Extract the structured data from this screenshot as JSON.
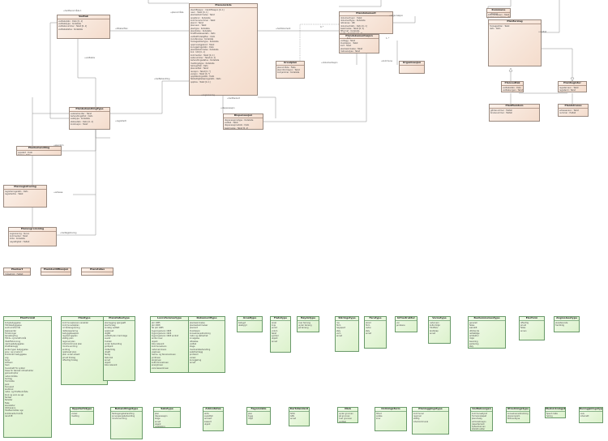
{
  "classes": [
    {
      "id": "A",
      "name": "Vedtak",
      "rows": [
        "vedtaksdato : Dato [0..1]",
        "vedtakstype : Kodeliste",
        "vedtaksnummer : Tekst [0..1]",
        "vedtaksstatus : Kodeliste"
      ],
      "green": false
    },
    {
      "id": "B",
      "name": "Planområde",
      "rows": [
        "identifikasjon : Identifikasjon [0..1]",
        "navn : Tekst [0..1]",
        "planbestemmelse : Tekst",
        "arealbruk : Kodeliste",
        "kommunenummer : Tekst",
        "planid : Tekst",
        "plannavn : Tekst",
        "plantype : Kodeliste",
        "planstatus : Kodeliste",
        "ikrafttredelsesdato : Dato",
        "vedtakEndeligPlan : Dato",
        "lovreferanse : Kodeliste",
        "forslagsstillertype : Kodeliste",
        "opprinneligplanid : Tekst",
        "kunngjøringsdato : Dato",
        "planbestemmelse : Kodeliste",
        "link : URI [0..1]",
        "kommentar : Tekst [0..1]",
        "saksnummer : Tekst [0..1]",
        "behandlingsstatus : Kodeliste",
        "meldingstype : Kodeliste",
        "høringsfrist : Dato",
        "planvedtak : Tekst",
        "revisjon : Tekst [0..*]",
        "versjon : Tekst [0..*]",
        "oppdateringsdato : Dato",
        "førsteDigitaliseringsdato : Dato",
        "opphav : Tekst [0..1]"
      ],
      "green": false
    },
    {
      "id": "C",
      "name": "Plandokument",
      "rows": [
        "dokumentnavn : Tekst",
        "dokumenttype : Kodeliste",
        "referanse : URI",
        "dokumentdato : Dato [0..1]",
        "beskrivelse : Tekst [0..1]",
        "filformat : Kodeliste",
        "språk : Kodeliste [0..1]",
        "versjonsnummer : Tekst",
        "publiseringsstatus : Kodeliste"
      ],
      "green": false
    },
    {
      "id": "D",
      "name": "PlanbehandlingType",
      "rows": [
        "saksbehandler : Tekst",
        "behandlingsfrist : Dato",
        "sakstype : Kodeliste",
        "statusdato : Dato [0..1]",
        "konklusjon : Tekst"
      ],
      "green": false
    },
    {
      "id": "E",
      "name": "Dispensasjon",
      "rows": [
        "dispensasjonstype : Kodeliste",
        "vedtak : Tekst",
        "dispensasjonsdato : Dato",
        "beskrivelse : Tekst [0..1]",
        "varighet : Dato [0..1]"
      ],
      "green": false
    },
    {
      "id": "F",
      "name": "Arealplan",
      "rows": [
        "planområde : Flate",
        "planinformasjon : Tekst",
        "lovhjemmel : Kodeliste"
      ],
      "green": false
    },
    {
      "id": "G",
      "name": "Plandokumentasjon",
      "rows": [
        "vedlegg : Tekst",
        "illustrasjon : Tekst",
        "kart : Tekst",
        "planbeskrivelse : Tekst",
        "risikoanalyse : Tekst"
      ],
      "green": false
    },
    {
      "id": "H",
      "name": "Organisasjon",
      "rows": [],
      "green": false
    },
    {
      "id": "I",
      "name": "Kommune",
      "rows": [
        "kommunenavn : Tekst",
        "kommunenummer : Tekst"
      ],
      "green": false
    },
    {
      "id": "J",
      "name": "Planforslag",
      "rows": [
        "forslagsstiller : Tekst",
        "dato : Dato"
      ],
      "green": false
    },
    {
      "id": "K",
      "name": "Planvedtak",
      "rows": [
        "vedtaksdato : Dato",
        "vedtaksorgan : Tekst"
      ],
      "green": false
    },
    {
      "id": "L",
      "name": "PlanRegister",
      "rows": [
        "registernavn : Tekst",
        "registerid : Tekst",
        "eier : Tekst",
        "ansvarlig : Tekst",
        "oppdatert : Dato",
        "status : Kodeliste",
        "merknad : Tekst"
      ],
      "green": false
    },
    {
      "id": "M",
      "name": "PlanEiendom",
      "rows": [
        "gårdsnummer : Heltall",
        "bruksnummer : Heltall"
      ],
      "green": false
    },
    {
      "id": "N",
      "name": "PlanAdresse",
      "rows": [
        "adressenavn : Tekst",
        "nummer : Heltall"
      ],
      "green": false
    },
    {
      "id": "O",
      "name": "Planbehandling",
      "rows": [
        "oppstart : Dato",
        "høring : Dato",
        "sluttbehandling : Dato",
        "klagebehandling : Dato"
      ],
      "green": false
    },
    {
      "id": "P",
      "name": "Planregistrering",
      "rows": [
        "registreringsdato : Dato",
        "registrertAv : Tekst"
      ],
      "green": false
    },
    {
      "id": "Q",
      "name": "Planavgrensning",
      "rows": [
        "avgrensning : Kurve",
        "kommentar : Tekst",
        "kilde : Kodeliste",
        "nøyaktighet : Heltall"
      ],
      "green": false
    },
    {
      "id": "R",
      "name": "Plankart",
      "rows": [
        "målestokk : Heltall",
        "projeksjon : Kodeliste",
        "kartdato : Dato",
        "kartnavn : Tekst"
      ],
      "green": false
    },
    {
      "id": "S",
      "name": "Planidentifikasjon",
      "rows": [],
      "green": false
    },
    {
      "id": "T",
      "name": "Planstatus",
      "rows": [],
      "green": false
    },
    {
      "id": "U",
      "name": "Planbestemmelse",
      "rows": [],
      "green": false
    },
    {
      "id": "V",
      "name": "Planformål",
      "rows": [
        "boligbebyggelse",
        "fritidsbebyggelse",
        "sentrumsformål",
        "kjøpesenter",
        "forretninger",
        "tjenesteyting",
        "fritids- og turistformål",
        "råstoffutvinning",
        "næringsbebyggelse",
        "idrettsanlegg",
        "andre typer bebyggelse",
        "grav- og urnelund",
        "kombinert bebyggelse",
        "veg",
        "bane",
        "lufthavn",
        "havn",
        "hovednett for sykkel",
        "trase for teknisk infrastruktur",
        "grønnstruktur",
        "naturområde",
        "turdrag",
        "friområde",
        "park",
        "forsvaret",
        "landbruk",
        "natur- og friluftsområde",
        "bruk og vern av sjø",
        "ferdsel",
        "farleder",
        "fiske",
        "akvakultur",
        "drikkevann",
        "friluftsområde i sjø",
        "kombinerte formål",
        "reindrift"
      ],
      "green": true
    },
    {
      "id": "W",
      "name": "Plantype",
      "rows": [
        "kommuneplanens arealdel",
        "kommunedelplan",
        "områderegulering",
        "detaljregulering",
        "bebyggelsesplan",
        "reguleringsplan",
        "statlig plan",
        "regional plan",
        "interkommunal plan",
        "mindre endring",
        "endring",
        "opphevet plan",
        "plan under arbeid",
        "privat forslag",
        "offentlig forslag"
      ],
      "green": true
    },
    {
      "id": "X",
      "name": "Planstatustype",
      "rows": [
        "planlegging igangsatt",
        "planforslag",
        "endelig vedtatt",
        "opphevet",
        "utgått",
        "vedtatt plan med klage",
        "avvist",
        "trukket",
        "under behandling",
        "godkjent",
        "midlertidig",
        "utsatt",
        "ferdig",
        "historisk",
        "annet",
        "ukjent",
        "ikke relevant"
      ],
      "green": true
    },
    {
      "id": "Y",
      "name": "Lovreferansetype",
      "rows": [
        "pbl 1985",
        "pbl 2008",
        "før pbl 1985",
        "bygningsloven 1965",
        "bygningsloven 1924",
        "bygningsloven 1965 endret",
        "andre lover",
        "ukjent",
        "ikke relevant",
        "kommuneloven",
        "naturvernloven",
        "vegloven",
        "havne- og farvannsloven",
        "jordloven",
        "skogloven",
        "kulturminneloven",
        "energiloven",
        "vannressursloven"
      ],
      "green": true
    },
    {
      "id": "Z",
      "name": "Dokumenttype",
      "rows": [
        "planbeskrivelse",
        "planbestemmelser",
        "plankart",
        "illustrasjon",
        "konsekvensutredning",
        "risiko og sårbarhet",
        "innsigelse",
        "uttalelse",
        "vedtak",
        "klage",
        "merknadsbehandling",
        "saksframlegg",
        "protokoll",
        "varsel",
        "kunngjøring",
        "annet"
      ],
      "green": true
    },
    {
      "id": "AA",
      "name": "Arealtype",
      "rows": [
        "bebygd",
        "ubebygd"
      ],
      "green": true
    },
    {
      "id": "AB",
      "name": "Flatetype",
      "rows": [
        "areal",
        "linje",
        "punkt",
        "volum",
        "tekst",
        "symbol",
        "ukjent",
        "annet"
      ],
      "green": true
    },
    {
      "id": "AC",
      "name": "Høydetype",
      "rows": [
        "over terreng",
        "under terreng",
        "på terreng"
      ],
      "green": true
    },
    {
      "id": "AD",
      "name": "Sikringstype",
      "rows": [
        "ras",
        "flom",
        "høyspent",
        "støy",
        "vern",
        "annet"
      ],
      "green": true
    },
    {
      "id": "AE",
      "name": "Faretype",
      "rows": [
        "skred",
        "flom",
        "radon",
        "støy",
        "annet"
      ],
      "green": true
    },
    {
      "id": "AF",
      "name": "Infrastruktur",
      "rows": [
        "vei",
        "jernbane"
      ],
      "green": true
    },
    {
      "id": "AG",
      "name": "Vernetype",
      "rows": [
        "naturvern",
        "kulturmiljø",
        "friluftsliv",
        "landskap",
        "annet"
      ],
      "green": true
    },
    {
      "id": "AH",
      "name": "Bestemmelsestype",
      "rows": [
        "generell",
        "felles",
        "særskilt",
        "utfyllende",
        "rekkefølge",
        "arkitektur",
        "miljø",
        "bevaring",
        "parkering",
        "støy",
        "universell utforming"
      ],
      "green": true
    },
    {
      "id": "AI",
      "name": "Eierform",
      "rows": [
        "offentlig",
        "privat",
        "felles",
        "annen"
      ],
      "green": true
    },
    {
      "id": "AJ",
      "name": "Angivelsestype",
      "rows": [
        "eksisterende",
        "fremtidig"
      ],
      "green": true
    },
    {
      "id": "AK",
      "name": "Oppstartstype",
      "rows": [
        "varsel",
        "melding"
      ],
      "green": true
    },
    {
      "id": "AL",
      "name": "Behandlingstype",
      "rows": [
        "førstegangsbehandling",
        "annengangsbehandling",
        "mindre endring"
      ],
      "green": true
    },
    {
      "id": "AM",
      "name": "Sakstype",
      "rows": [
        "plan",
        "dispensasjon",
        "klage",
        "annet",
        "ukjent",
        "oppfølging",
        "innsyn",
        "tilsyn",
        "avklaring"
      ],
      "green": true
    },
    {
      "id": "AN",
      "name": "Arkivstatus",
      "rows": [
        "aktiv",
        "avsluttet",
        "arkivert",
        "kassert",
        "ukjent"
      ],
      "green": true
    },
    {
      "id": "AO",
      "name": "Fagområde",
      "rows": [
        "plan",
        "bygg",
        "miljø"
      ],
      "green": true
    },
    {
      "id": "AP",
      "name": "Kartstandard",
      "rows": [
        "SOSI",
        "GML",
        "annet"
      ],
      "green": true
    },
    {
      "id": "AQ",
      "name": "Nivå",
      "rows": [
        "under grunnen",
        "på grunnen",
        "over grunnen",
        "vertikal"
      ],
      "green": true
    },
    {
      "id": "AR",
      "name": "Ordningsform",
      "rows": [
        "tilbud",
        "avtale",
        "krav"
      ],
      "green": true
    },
    {
      "id": "AS",
      "name": "Planleggingstype",
      "rows": [
        "kommunal",
        "regional",
        "statlig",
        "interkommunal"
      ],
      "green": true
    },
    {
      "id": "AT",
      "name": "Vedtaksorgan",
      "rows": [
        "kommunestyret",
        "formannskapet",
        "planutvalg",
        "administrasjon",
        "departement",
        "fylkesmannen",
        "statsforvalter",
        "klageinstans",
        "sivilombud",
        "domstol",
        "annet"
      ],
      "green": true
    },
    {
      "id": "AU",
      "name": "Utredningstype",
      "rows": [
        "konsekvensutredning",
        "planprogram",
        "ROS-analyse"
      ],
      "green": true
    },
    {
      "id": "AV",
      "name": "Medvirkningstype",
      "rows": [
        "åpent møte",
        "høring",
        "informasjon",
        "workshop",
        "annet"
      ],
      "green": true
    },
    {
      "id": "AW",
      "name": "Kunngjøringstype",
      "rows": [
        "avis",
        "internett"
      ],
      "green": true
    },
    {
      "id": "AX",
      "name": "Varslingstype",
      "rows": [
        "brev",
        "epost",
        "sms"
      ],
      "green": true
    },
    {
      "id": "AY",
      "name": "Merknadstype",
      "rows": [
        "innsigelse",
        "merknad",
        "klage"
      ],
      "green": true
    },
    {
      "id": "AZ",
      "name": "Språkkode",
      "rows": [
        "nb",
        "nn",
        "se",
        "en"
      ],
      "green": true
    },
    {
      "id": "BA",
      "name": "Filformat",
      "rows": [
        "pdf",
        "sosi"
      ],
      "green": true
    },
    {
      "id": "BB",
      "name": "Revisjonstype",
      "rows": [
        "endring",
        "rettelse"
      ],
      "green": true
    }
  ],
  "labels": [
    {
      "id": "l1",
      "text": "+harPlanområde 1"
    },
    {
      "id": "l2",
      "text": "+planområde"
    },
    {
      "id": "l3",
      "text": "+harDokument"
    },
    {
      "id": "l4",
      "text": "0..*"
    },
    {
      "id": "l5",
      "text": "+tilhørerPlan"
    },
    {
      "id": "l6",
      "text": "+vedtakAv"
    },
    {
      "id": "l7",
      "text": "+harBehandling"
    },
    {
      "id": "l8",
      "text": "+dokumentasjon"
    },
    {
      "id": "l9",
      "text": "0..1"
    },
    {
      "id": "l10",
      "text": "1..*"
    },
    {
      "id": "l11",
      "text": "+avgrensning"
    },
    {
      "id": "l12",
      "text": "+harPlankart"
    },
    {
      "id": "l13",
      "text": "+registrertI"
    },
    {
      "id": "l14",
      "text": "+eiendom"
    },
    {
      "id": "l15",
      "text": "+adresse"
    },
    {
      "id": "l16",
      "text": "+dispensasjon"
    },
    {
      "id": "l17",
      "text": "+harRegistrering"
    },
    {
      "id": "l18",
      "text": "+forslag"
    },
    {
      "id": "l19",
      "text": "+vedtak"
    },
    {
      "id": "l20",
      "text": "+organisasjon"
    },
    {
      "id": "l21",
      "text": "+kommune"
    }
  ]
}
